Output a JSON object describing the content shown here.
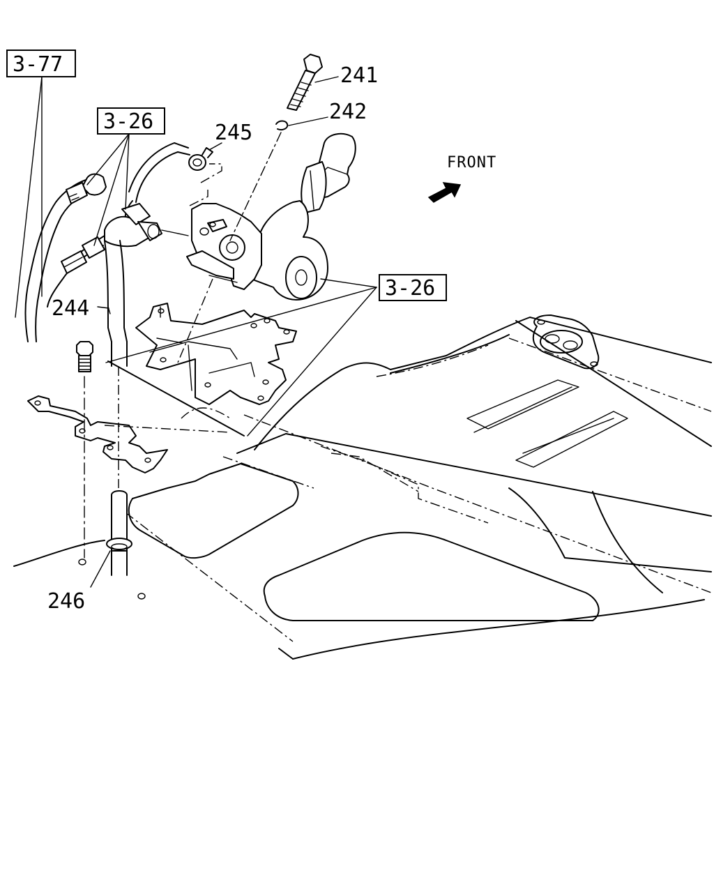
{
  "diagram": {
    "refs": {
      "ref_377": "3-77",
      "ref_326_top": "3-26",
      "ref_326_right": "3-26"
    },
    "callouts": {
      "c241": "241",
      "c242": "242",
      "c244": "244",
      "c245": "245",
      "c246": "246"
    },
    "direction": {
      "front_label": "FRONT"
    }
  }
}
